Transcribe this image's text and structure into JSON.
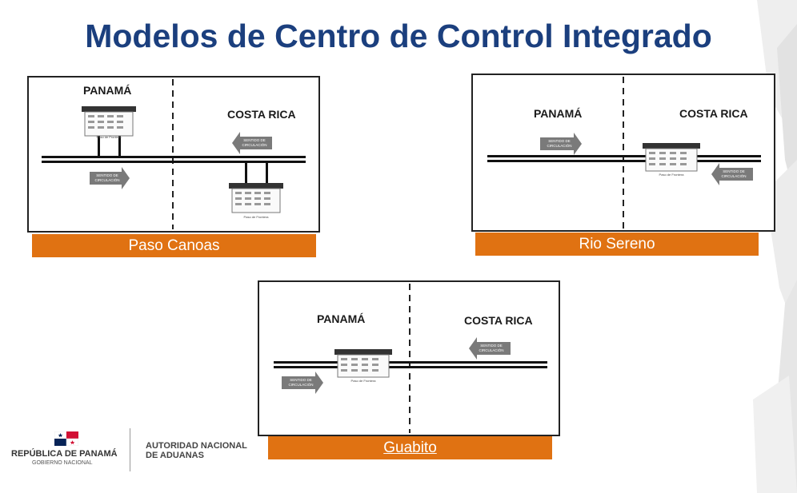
{
  "slide": {
    "title": "Modelos de Centro de Control Integrado"
  },
  "panels": [
    {
      "name": "Paso Canoas",
      "left_country": "PANAMÁ",
      "right_country": "COSTA RICA",
      "arrow_text_1": "SENTIDO DE",
      "arrow_text_2": "CIRCULACIÓN",
      "building_caption": "Paso de Frontera"
    },
    {
      "name": "Rio Sereno",
      "left_country": "PANAMÁ",
      "right_country": "COSTA RICA",
      "arrow_text_1": "SENTIDO DE",
      "arrow_text_2": "CIRCULACIÓN",
      "building_caption": "Paso de Frontera"
    },
    {
      "name": "Guabito",
      "left_country": "PANAMÁ",
      "right_country": "COSTA RICA",
      "arrow_text_1": "SENTIDO DE",
      "arrow_text_2": "CIRCULACIÓN",
      "building_caption": "Paso de Frontera"
    }
  ],
  "footer": {
    "republic": "REPÚBLICA DE PANAMÁ",
    "government": "GOBIERNO NACIONAL",
    "authority_1": "AUTORIDAD NACIONAL",
    "authority_2": "DE ADUANAS"
  }
}
